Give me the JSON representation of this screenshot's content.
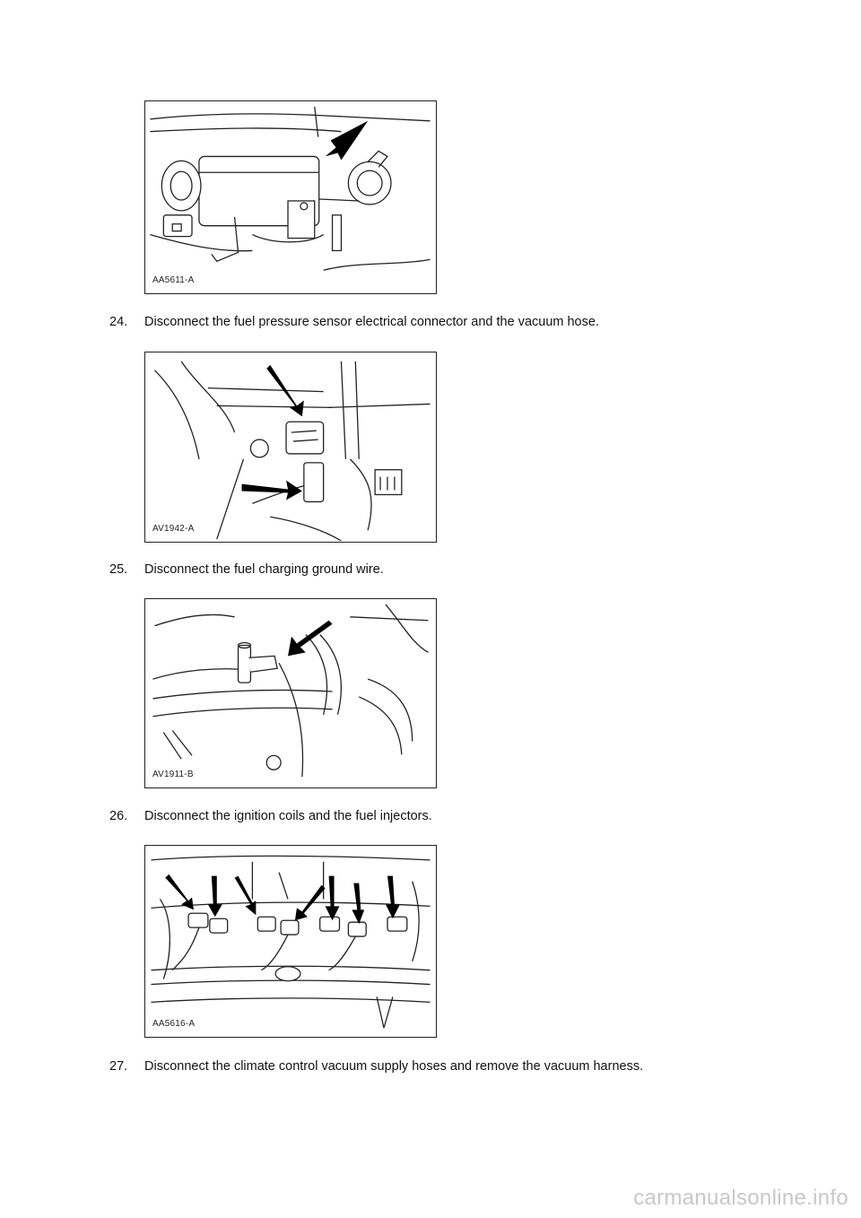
{
  "figures": [
    {
      "label": "AA5611-A"
    },
    {
      "label": "AV1942-A"
    },
    {
      "label": "AV1911-B"
    },
    {
      "label": "AA5616-A"
    }
  ],
  "steps": [
    {
      "number": "24.",
      "text": "Disconnect the fuel pressure sensor electrical connector and the vacuum hose."
    },
    {
      "number": "25.",
      "text": "Disconnect the fuel charging ground wire."
    },
    {
      "number": "26.",
      "text": "Disconnect the ignition coils and the fuel injectors."
    },
    {
      "number": "27.",
      "text": "Disconnect the climate control vacuum supply hoses and remove the vacuum harness."
    }
  ],
  "watermark": "carmanualsonline.info"
}
